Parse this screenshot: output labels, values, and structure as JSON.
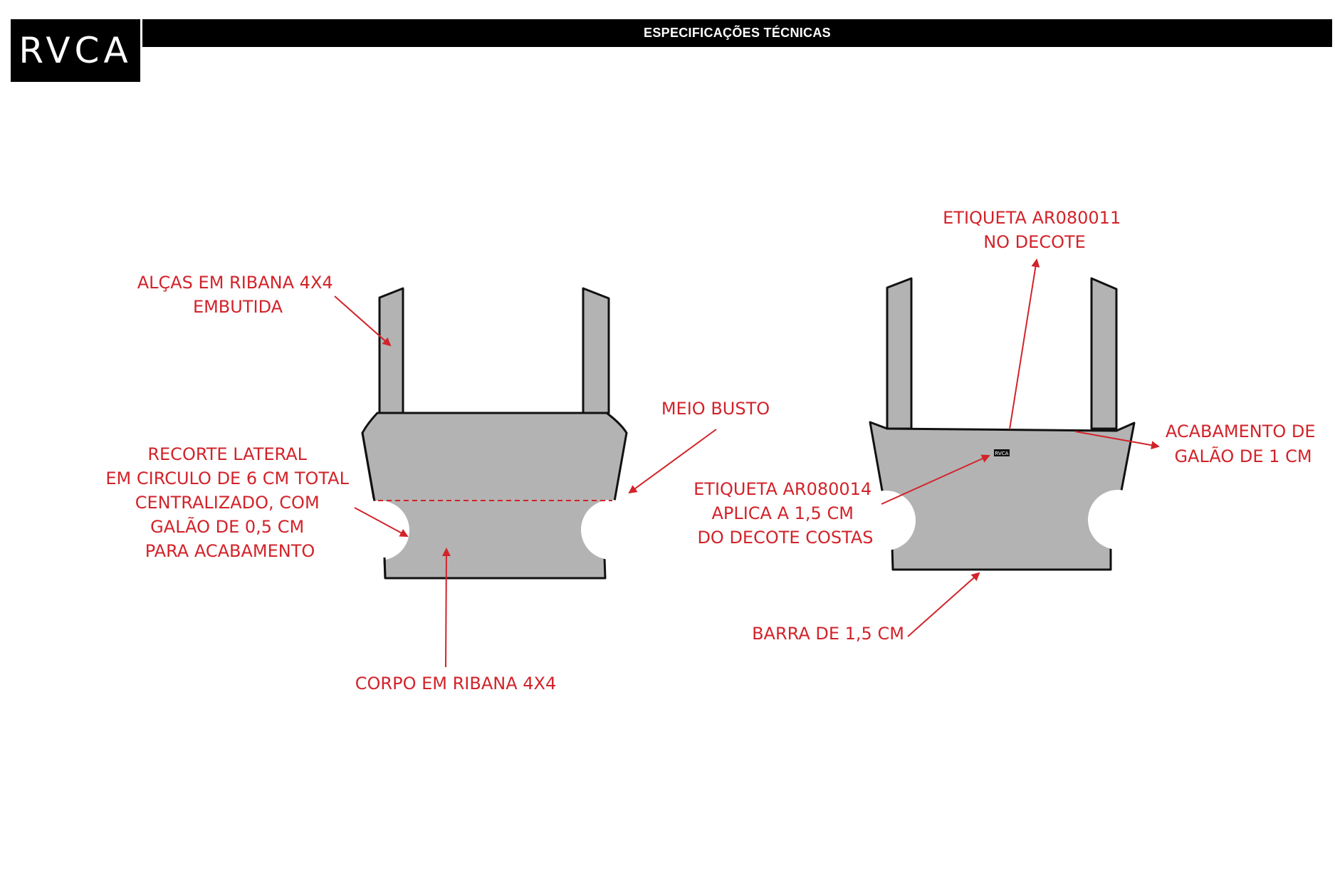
{
  "brand": {
    "logo_text": "RVCA"
  },
  "header": {
    "title": "ESPECIFICAÇÕES TÉCNICAS"
  },
  "colors": {
    "annotation": "#d2232a",
    "garment_fill": "#b3b3b3",
    "outline": "#111111",
    "header_bg": "#000000"
  },
  "annotations": {
    "alcas": [
      "ALÇAS EM RIBANA 4X4",
      "EMBUTIDA"
    ],
    "meio_busto": [
      "MEIO BUSTO"
    ],
    "recorte_lateral": [
      "RECORTE LATERAL",
      "EM CIRCULO DE 6 CM TOTAL",
      "CENTRALIZADO, COM",
      "GALÃO DE 0,5 CM",
      "PARA ACABAMENTO"
    ],
    "corpo": [
      "CORPO EM RIBANA 4X4"
    ],
    "etiqueta_decote": [
      "ETIQUETA AR080011",
      "NO DECOTE"
    ],
    "acabamento": [
      "ACABAMENTO DE",
      "GALÃO DE 1 CM"
    ],
    "etiqueta_costas": [
      "ETIQUETA AR080014",
      "APLICA A 1,5 CM",
      "DO DECOTE COSTAS"
    ],
    "barra": [
      "BARRA DE 1,5 CM"
    ]
  },
  "label_tag": {
    "text": "RVCA"
  }
}
